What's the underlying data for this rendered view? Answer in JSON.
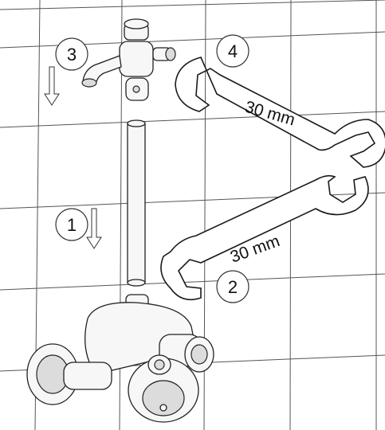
{
  "steps": [
    {
      "number": "1",
      "direction": "down"
    },
    {
      "number": "2",
      "direction": ""
    },
    {
      "number": "3",
      "direction": "down"
    },
    {
      "number": "4",
      "direction": ""
    }
  ],
  "wrenches": [
    {
      "size_label": "30 mm"
    },
    {
      "size_label": "30 mm"
    }
  ],
  "colors": {
    "line": "#222222",
    "tile_grid": "#555555",
    "background": "#ffffff"
  }
}
